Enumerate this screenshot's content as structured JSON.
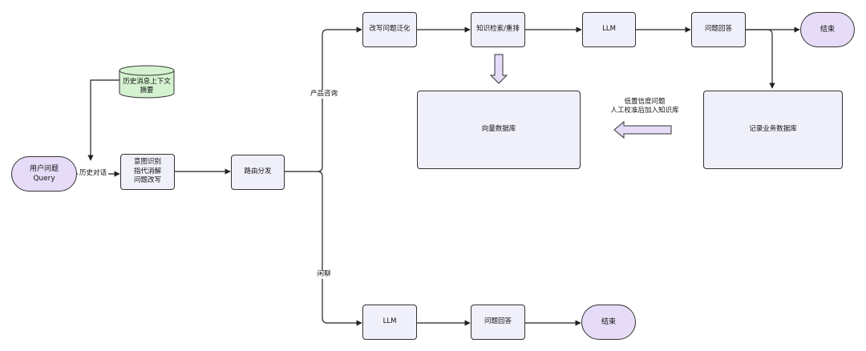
{
  "nodes": {
    "user_query": "用户问题\nQuery",
    "history_summary": "历史消息上下文\n摘要",
    "intent": "意图识别\n指代消解\n问题改写",
    "router": "路由分发",
    "rewrite_generalize": "改写问题泛化",
    "retrieve_rerank": "知识检索/重排",
    "llm_top": "LLM",
    "answer_top": "问题回答",
    "end_top": "结束",
    "vector_db": "向量数据库",
    "record_db": "记录业务数据库",
    "llm_bottom": "LLM",
    "answer_bottom": "问题回答",
    "end_bottom": "结束"
  },
  "edge_labels": {
    "history_dialog": "历史对话",
    "product_consult": "产品咨询",
    "chitchat": "闲聊",
    "low_confidence": "低置信度问题\n人工校准后加入知识库"
  },
  "colors": {
    "box_fill": "#f0f0fb",
    "terminal_fill": "#e6dcf7",
    "db_fill": "#d4f2d0",
    "stroke": "#333333"
  }
}
